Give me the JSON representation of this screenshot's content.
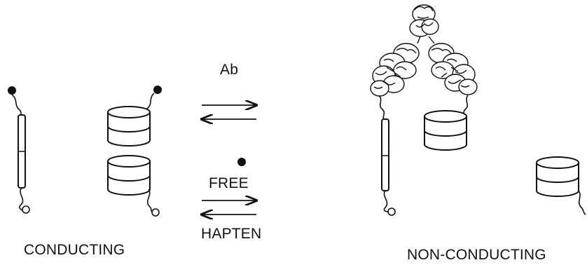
{
  "labels": {
    "conducting": "CONDUCTING",
    "non_conducting": "NON-CONDUCTING",
    "ab": "Ab",
    "free": "FREE",
    "hapten": "HAPTEN"
  },
  "colors": {
    "ink": "#111111",
    "background": "#ffffff"
  }
}
